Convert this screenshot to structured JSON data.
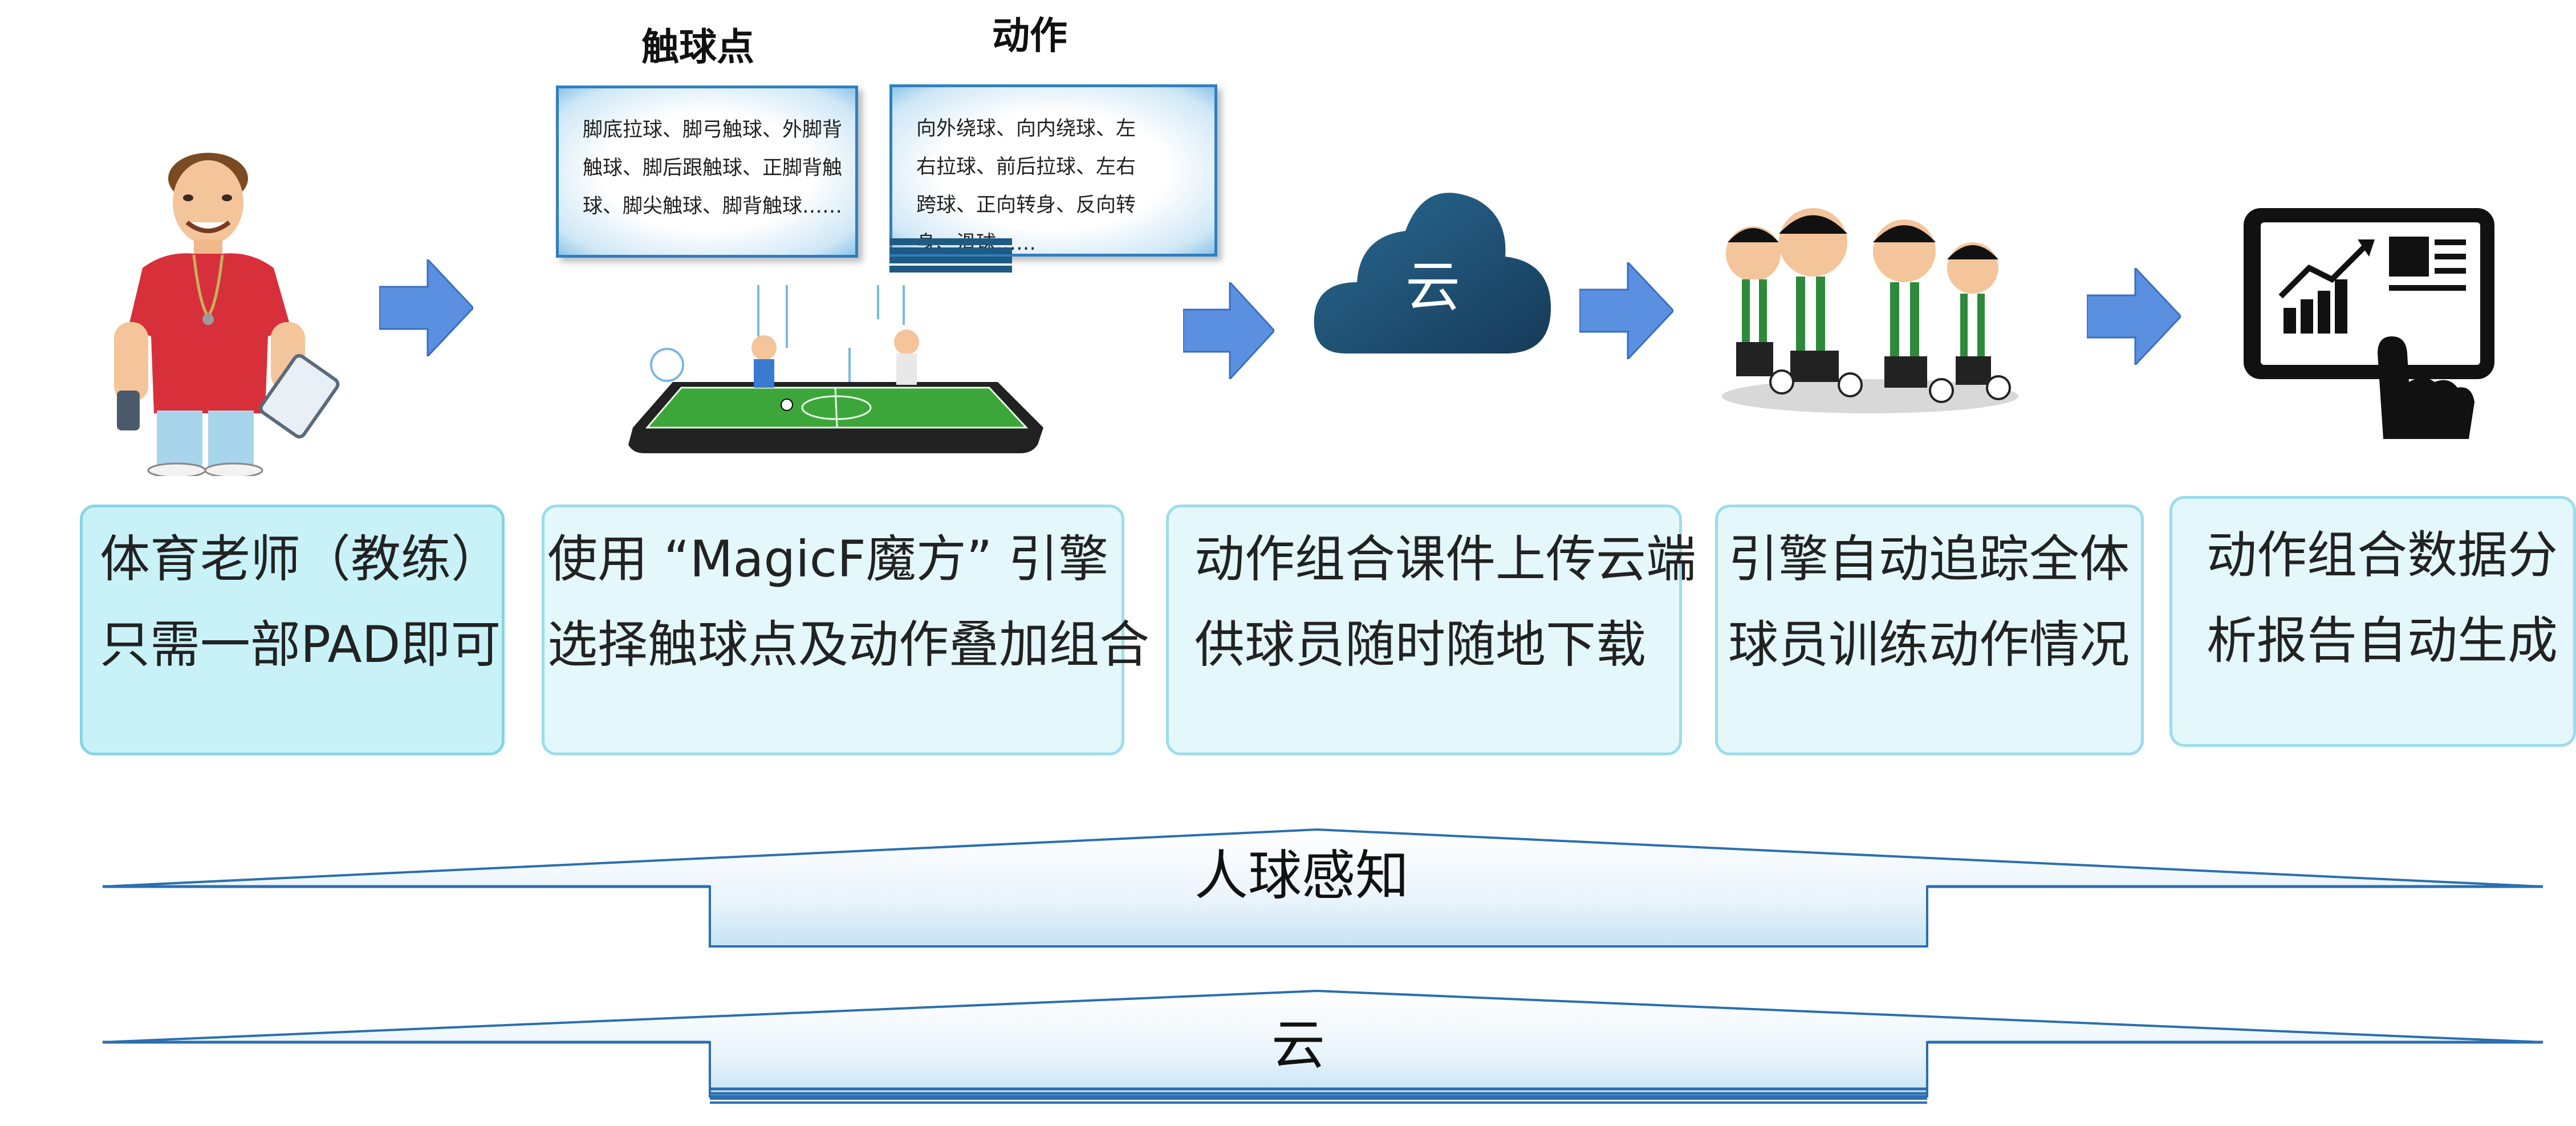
{
  "headings": {
    "touch_points": "触球点",
    "actions": "动作"
  },
  "touch_box": {
    "text": "脚底拉球、脚弓触球、外脚背\n触球、脚后跟触球、正脚背触\n球、脚尖触球、脚背触球……"
  },
  "action_box": {
    "text": "向外绕球、向内绕球、左\n右拉球、前后拉球、左右\n跨球、正向转身、反向转\n身、滑球……"
  },
  "cloud": {
    "label": "云"
  },
  "steps": [
    {
      "line1": "体育老师（教练）",
      "line2": "只需一部PAD即可"
    },
    {
      "line1": "使用 “MagicF魔方” 引擎",
      "line2": "选择触球点及动作叠加组合"
    },
    {
      "line1": "动作组合课件上传云端",
      "line2": "供球员随时随地下载"
    },
    {
      "line1": "引擎自动追踪全体",
      "line2": "球员训练动作情况"
    },
    {
      "line1": "动作组合数据分",
      "line2": "析报告自动生成"
    }
  ],
  "bands": {
    "perception": "人球感知",
    "cloud": "云"
  },
  "colors": {
    "arrow": "#5b8fe0",
    "box_border": "#9cdcec",
    "box_fill": "#e4f7fb",
    "cloud": "#1e4f73",
    "band_line": "#2a6fb0"
  }
}
